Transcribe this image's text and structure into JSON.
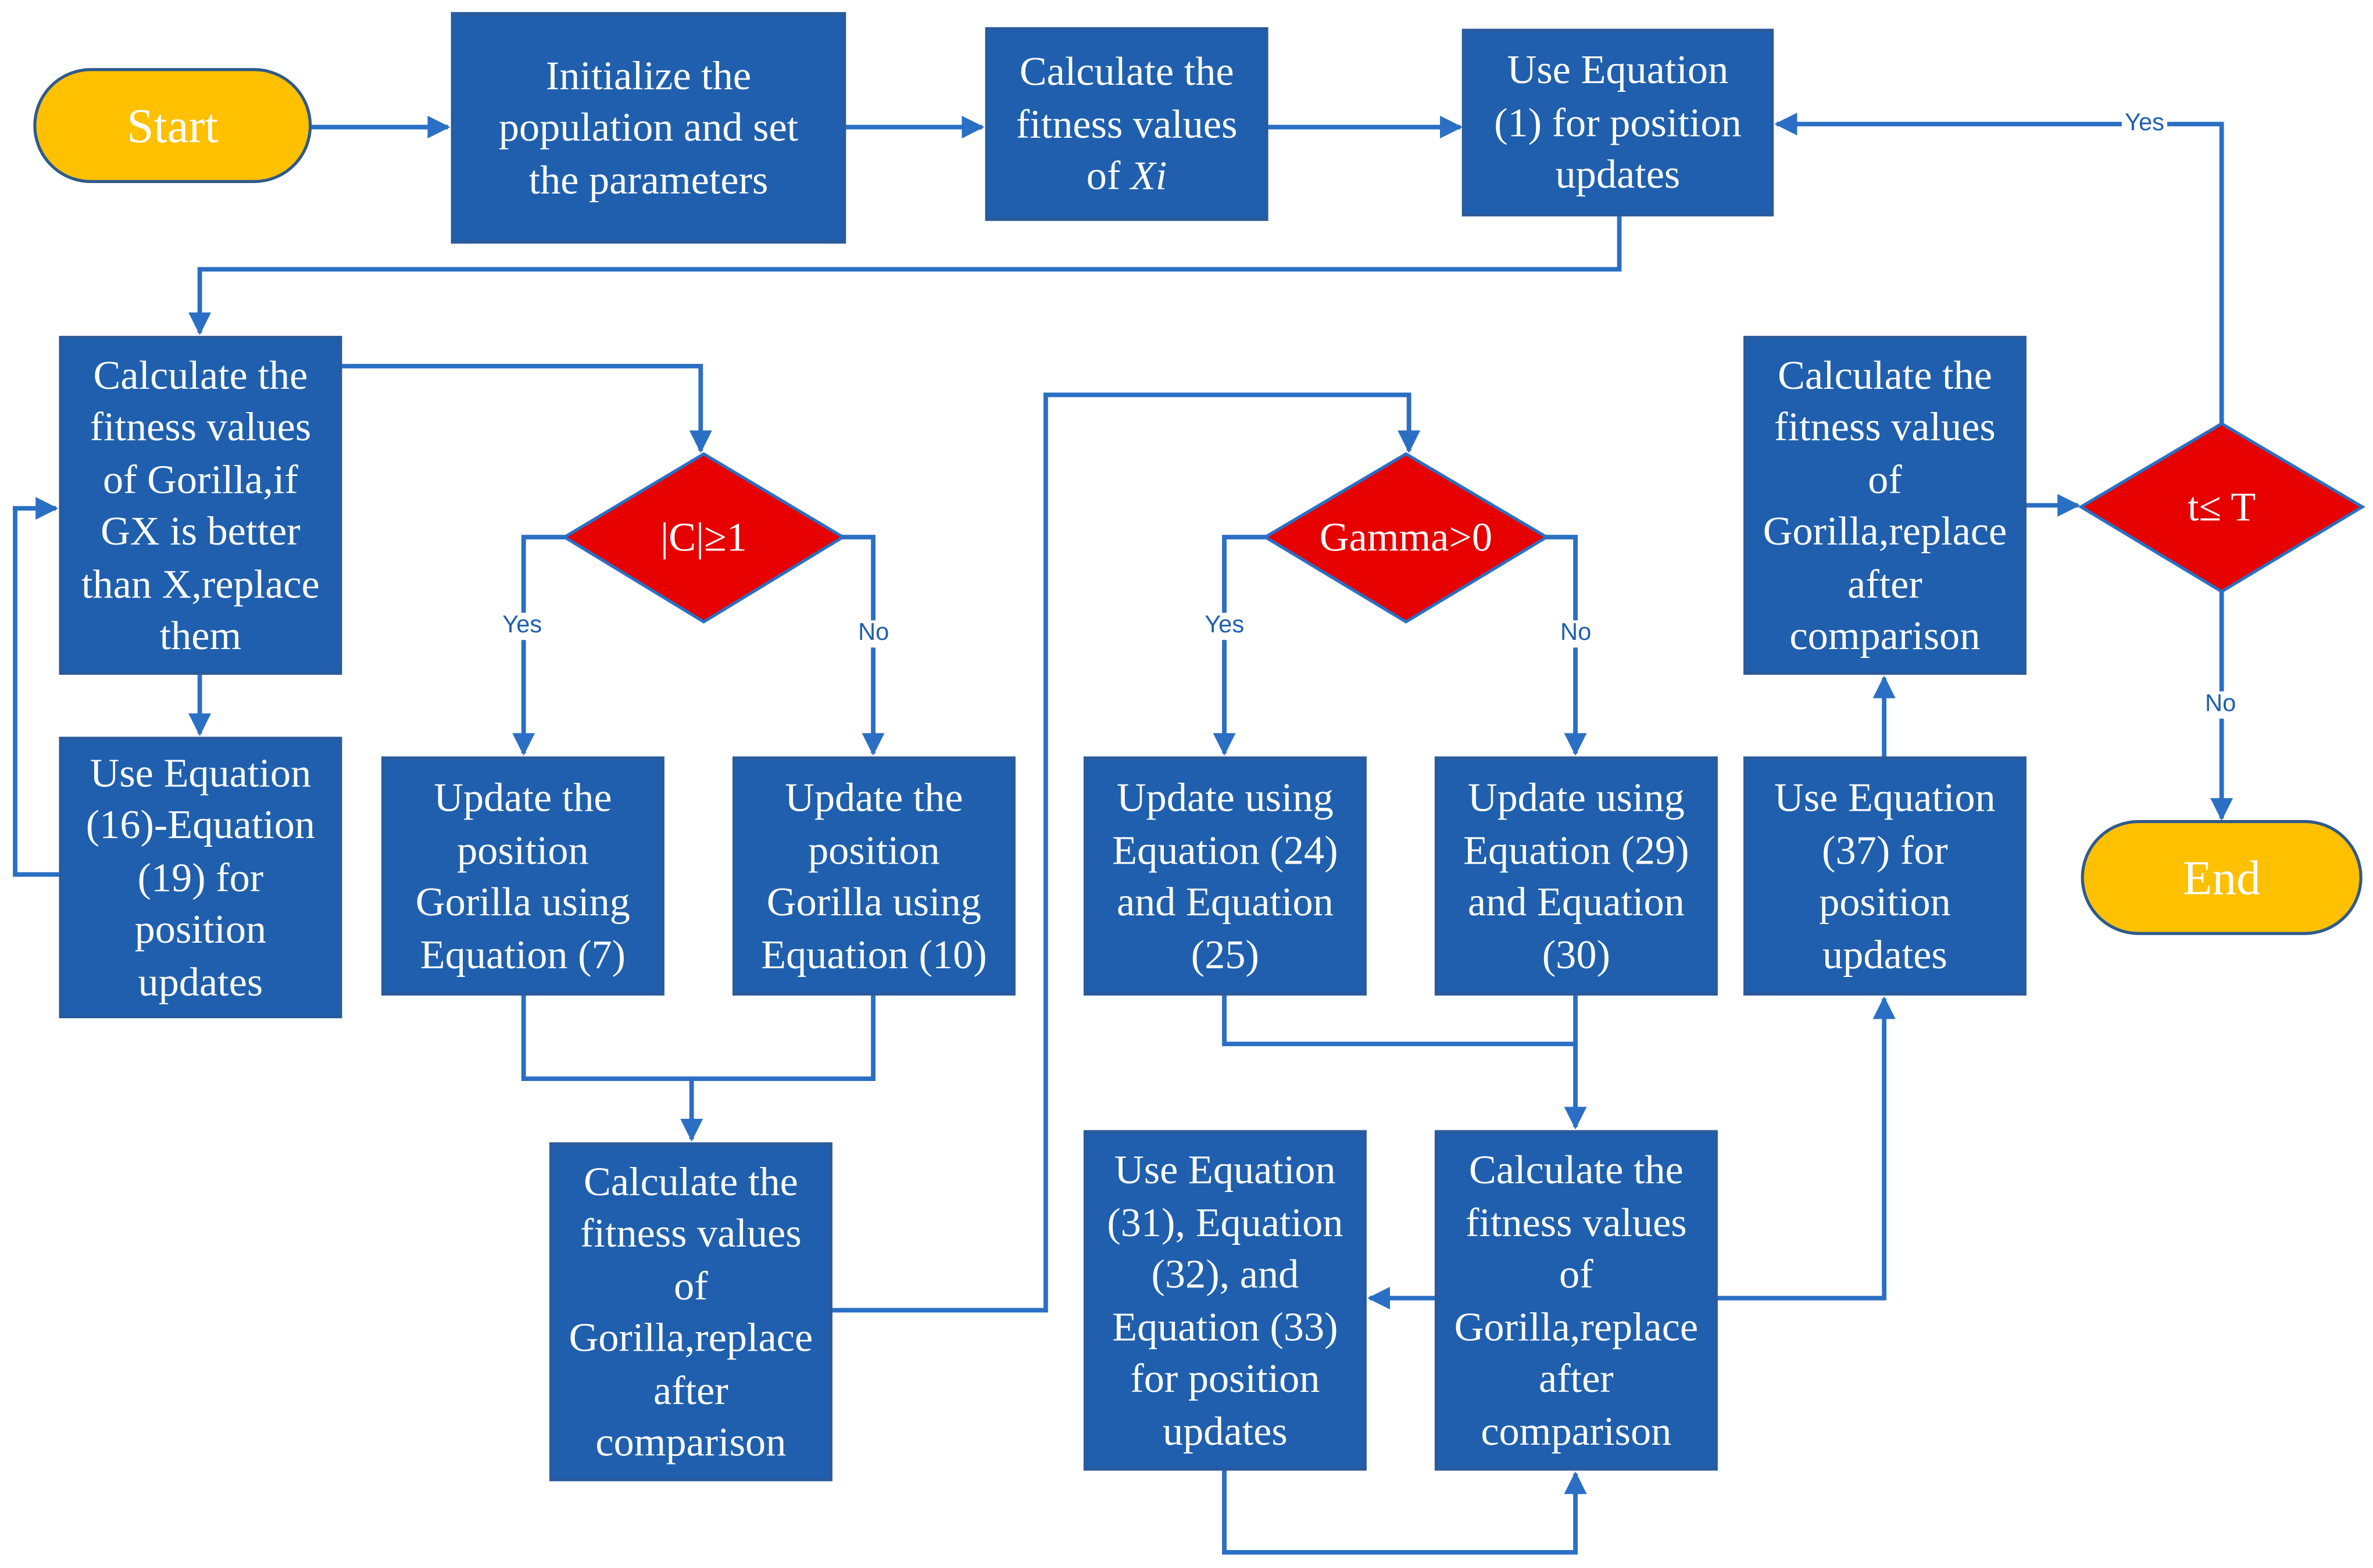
{
  "terminals": {
    "start": "Start",
    "end": "End"
  },
  "boxes": {
    "init": "Initialize the\npopulation and set\nthe parameters",
    "calc_xi_pre": "Calculate the\nfitness values\nof ",
    "calc_xi_var": "Xi",
    "eq1": "Use Equation\n(1) for position\nupdates",
    "calc_gorilla_gx": "Calculate the\nfitness values\nof Gorilla,if\nGX is better\nthan X,replace\nthem",
    "eq16_19": "Use Equation\n(16)-Equation\n(19) for\nposition\nupdates",
    "eq7": "Update the\nposition\nGorilla using\nEquation (7)",
    "eq10": "Update the\nposition\nGorilla using\nEquation (10)",
    "calc_replace_a": "Calculate the\nfitness values\nof\nGorilla,replace\nafter\ncomparison",
    "eq24_25": "Update using\nEquation (24)\nand Equation\n(25)",
    "eq29_30": "Update using\nEquation (29)\nand Equation\n(30)",
    "eq31_33": "Use Equation\n(31), Equation\n(32), and\nEquation (33)\nfor position\nupdates",
    "calc_replace_b": "Calculate the\nfitness values\nof\nGorilla,replace\nafter\ncomparison",
    "eq37": "Use Equation\n(37) for\nposition\nupdates",
    "calc_replace_c": "Calculate the\nfitness values\nof\nGorilla,replace\nafter\ncomparison"
  },
  "decisions": {
    "c_check": "|C|≥1",
    "gamma_check": "Gamma>0",
    "t_check": "t≤ T"
  },
  "edge_labels": {
    "c_yes": "Yes",
    "c_no": "No",
    "gamma_yes": "Yes",
    "gamma_no": "No",
    "t_yes": "Yes",
    "t_no": "No"
  },
  "colors": {
    "box_fill": "#1f5fae",
    "decision_fill": "#e60000",
    "terminal_fill": "#ffc000",
    "connector": "#2a6fc4",
    "label_text": "#1f5fae"
  }
}
